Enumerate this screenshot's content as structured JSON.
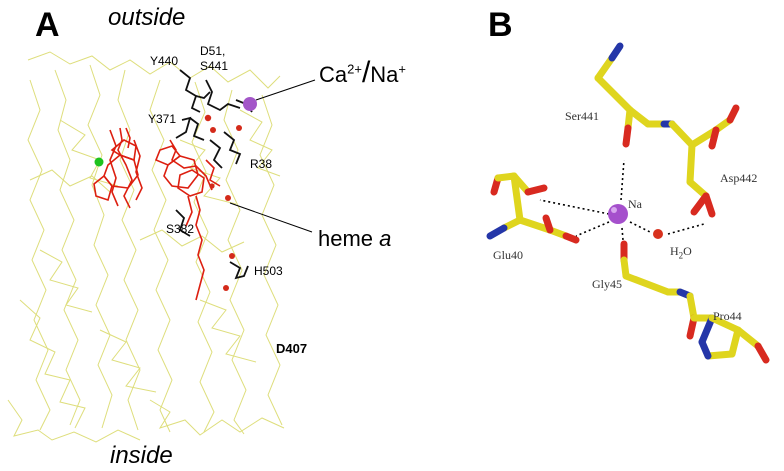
{
  "panel_a": {
    "letter": "A",
    "outside": "outside",
    "inside": "inside",
    "residues": {
      "y440": "Y440",
      "d51": "D51,",
      "s441": "S441",
      "y371": "Y371",
      "r38": "R38",
      "s382": "S382",
      "h503": "H503",
      "d407": "D407"
    },
    "ion_label": {
      "ca": "Ca",
      "ca_charge": "2+",
      "slash": "/",
      "na": "Na",
      "na_charge": "+"
    },
    "heme_label": {
      "word": "heme",
      "letter": "a"
    },
    "colors": {
      "backbone": "#e0e07a",
      "heme": "#dd1f10",
      "side_chain": "#111111",
      "ion": "#a356c8",
      "water": "#d42a1a",
      "chloride": "#1ec21e"
    }
  },
  "panel_b": {
    "letter": "B",
    "labels": {
      "ser441": "Ser441",
      "na": "Na",
      "asp442": "Asp442",
      "glu40": "Glu40",
      "water_h": "H",
      "water_sub": "2",
      "water_o": "O",
      "gly45": "Gly45",
      "pro44": "Pro44"
    },
    "colors": {
      "carbon": "#dfd51e",
      "oxygen": "#d82a20",
      "nitrogen": "#2436a8",
      "sodium": "#a550cc",
      "water": "#d8321e"
    }
  }
}
